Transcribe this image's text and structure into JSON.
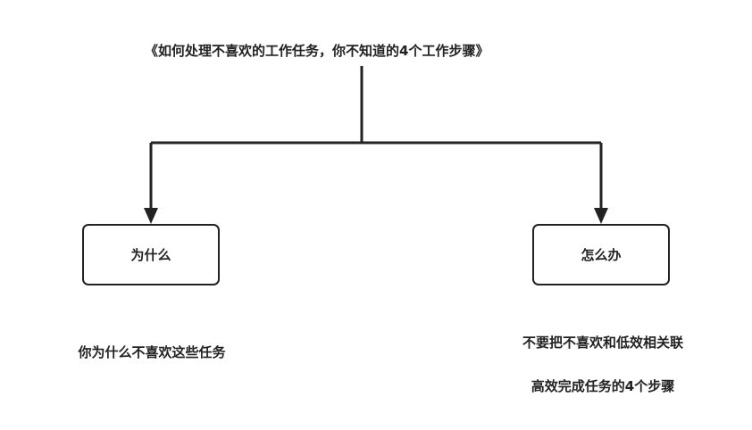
{
  "diagram": {
    "root": {
      "label": "《如何处理不喜欢的工作任务，你不知道的4个工作步骤》"
    },
    "children": [
      {
        "label": "为什么",
        "notes": [
          "你为什么不喜欢这些任务"
        ]
      },
      {
        "label": "怎么办",
        "notes": [
          "不要把不喜欢和低效相关联",
          "高效完成任务的4个步骤"
        ]
      }
    ],
    "colors": {
      "stroke": "#222222",
      "text": "#222222",
      "background": "#ffffff"
    }
  }
}
